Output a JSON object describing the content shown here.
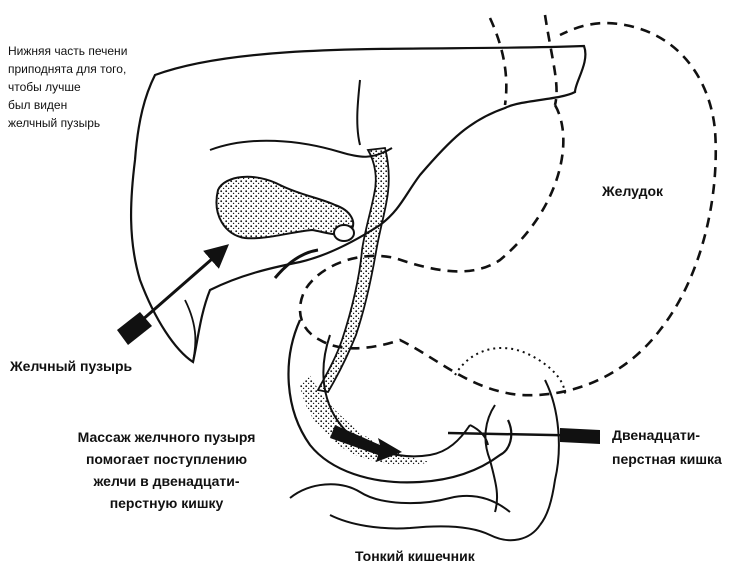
{
  "labels": {
    "liver_note": "Нижняя часть печени\nприподнята для того,\nчтобы лучше\nбыл виден\nжелчный пузырь",
    "gallbladder": "Желчный пузырь",
    "stomach": "Желудок",
    "duodenum": "Двенадцати-\nперстная кишка",
    "massage": "Массаж желчного пузыря\nпомогает поступлению\nжелчи в двенадцати-\nперстную кишку",
    "small_intestine": "Тонкий кишечник"
  },
  "colors": {
    "ink": "#111111",
    "paper": "#ffffff"
  }
}
